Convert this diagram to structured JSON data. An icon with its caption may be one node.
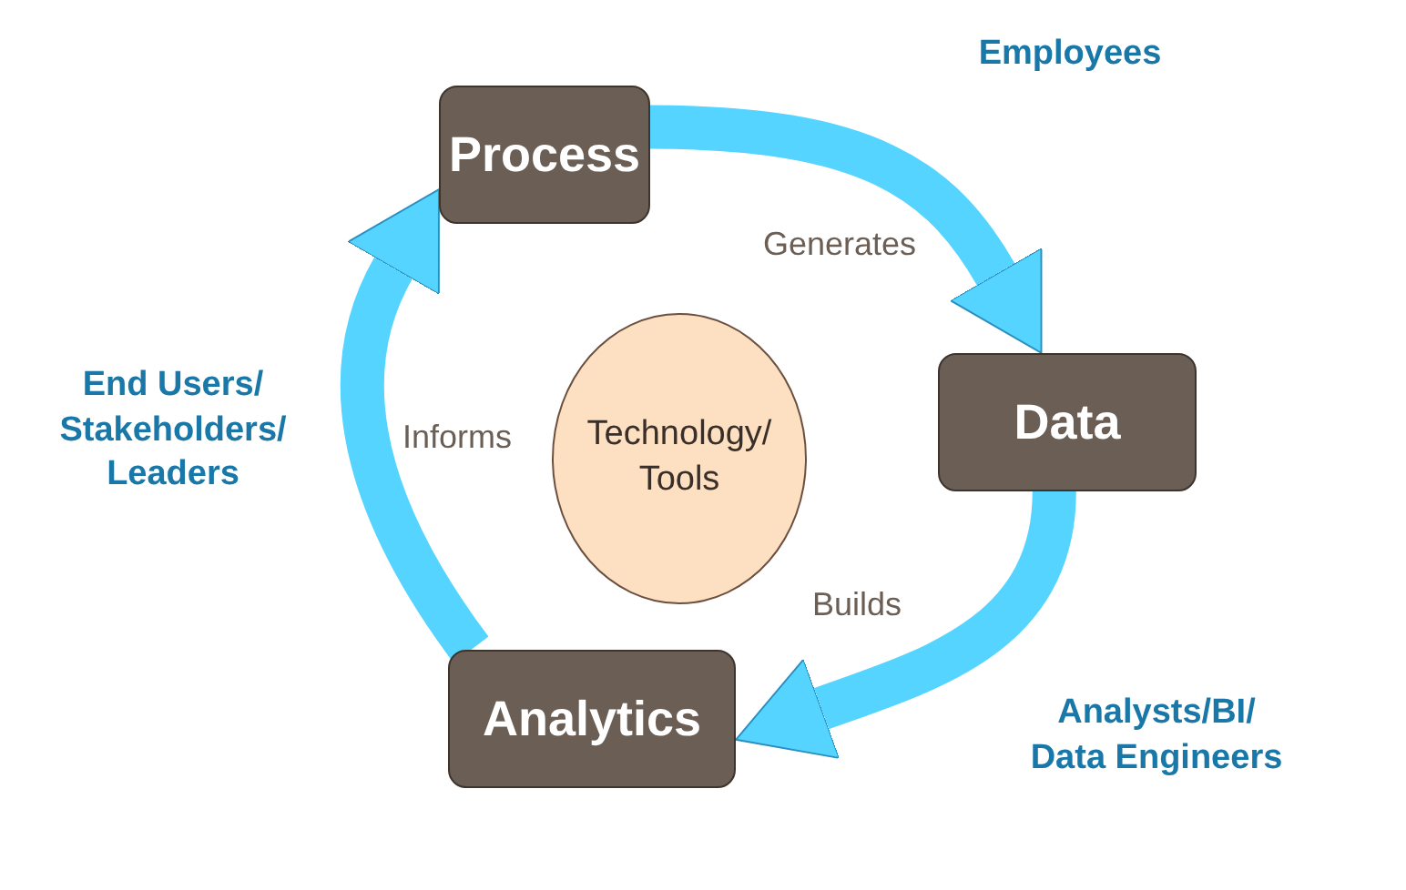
{
  "diagram": {
    "nodes": [
      {
        "text": [
          "Process"
        ]
      },
      {
        "text": [
          "Data"
        ]
      },
      {
        "text": [
          "Analytics"
        ]
      },
      {
        "text": [
          "Technology/ Tools"
        ]
      }
    ],
    "edges": [
      {
        "from": 0,
        "to": 1,
        "arrow": "to",
        "label": "Generates"
      },
      {
        "from": 1,
        "to": 2,
        "arrow": "to",
        "label": "Builds"
      },
      {
        "from": 2,
        "to": 0,
        "arrow": "to",
        "label": "Informs"
      }
    ],
    "labels": [
      "Employees",
      "End Users/ Stakeholders/ Leaders",
      "Analysts/BI/ Data Engineers"
    ]
  }
}
